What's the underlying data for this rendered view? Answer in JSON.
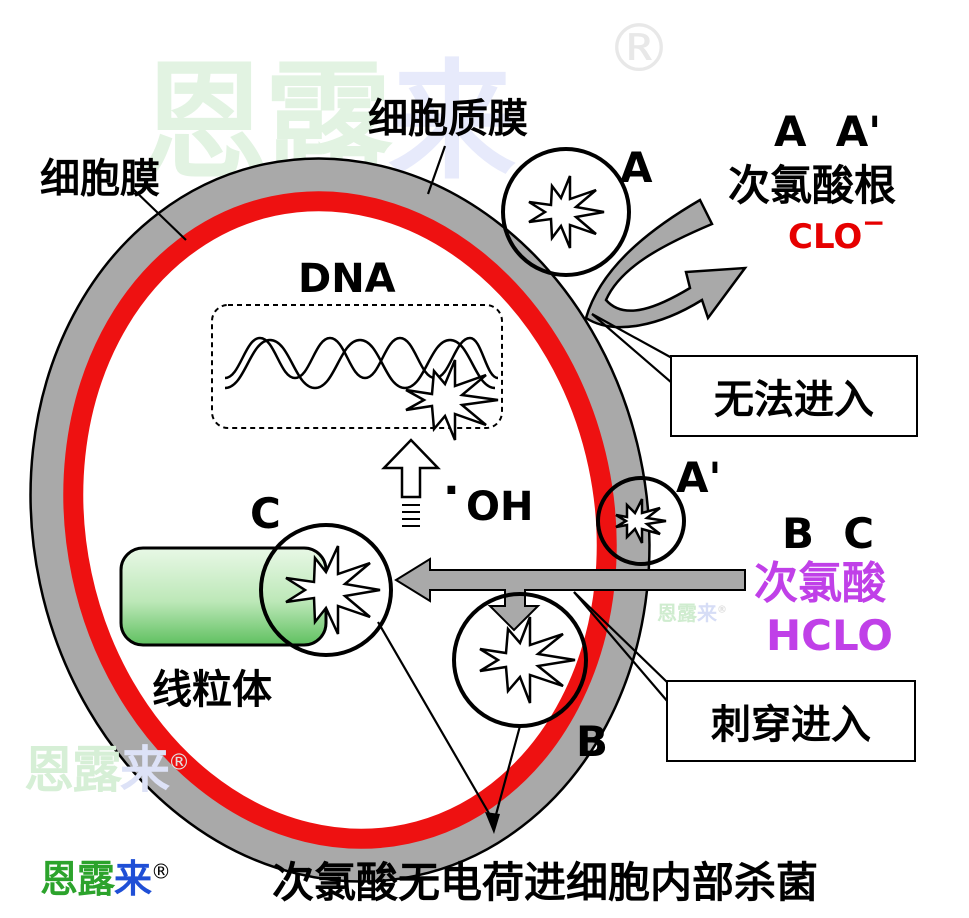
{
  "watermark": {
    "brand_chars": [
      "恩",
      "露",
      "来"
    ],
    "registered": "®",
    "colors": {
      "en": "#2ca32c",
      "lu": "#2ca32c",
      "lai": "#1f4fd6",
      "faint_green": "#e3f4e3",
      "faint_blue": "#e6e9fb"
    }
  },
  "labels": {
    "cell_membrane": "细胞膜",
    "cytoplasmic_membrane": "细胞质膜",
    "dna": "DNA",
    "hydroxyl": "OH",
    "hydroxyl_dot": "·",
    "mitochondria": "线粒体",
    "point_a": "A",
    "point_a_prime": "A'",
    "point_b": "B",
    "point_c": "C",
    "header_a_aprime": "A  A'",
    "hypochlorite_name": "次氯酸根",
    "hypochlorite_formula": "CLO",
    "hypochlorite_charge": "−",
    "header_b_c": "B  C",
    "hypochlorous_name": "次氯酸",
    "hypochlorous_formula": "HCLO",
    "cannot_enter": "无法进入",
    "penetrate_enter": "刺穿进入",
    "caption": "次氯酸无电荷进细胞内部杀菌"
  },
  "colors": {
    "membrane_outer": "#a9a9a9",
    "membrane_inner": "#ee1111",
    "hypochlorite": "#e60000",
    "hypochlorous": "#c040e8",
    "mito_light": "#dff5dd",
    "mito_dark": "#5fc060"
  },
  "icons": [
    "starburst-icon",
    "hollow-arrow-icon",
    "gray-arrow-icon"
  ]
}
